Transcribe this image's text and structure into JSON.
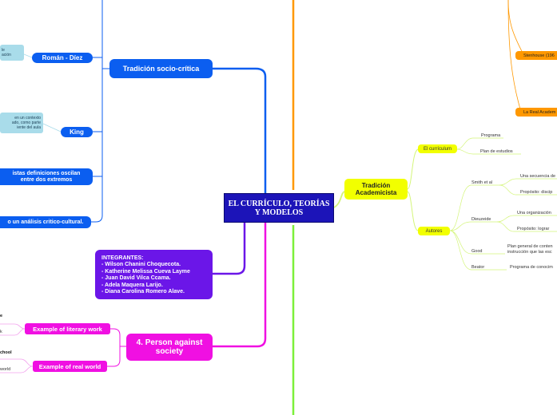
{
  "central": {
    "title": "EL CURRÍCULO, TEORÍAS Y MODELOS"
  },
  "socio_critica": {
    "title": "Tradición socio-crítica",
    "roman_diez": "Román - Díez",
    "roman_diez_note_1": "le",
    "roman_diez_note_2": "ación",
    "king": "King",
    "king_note_1": "en un contexto",
    "king_note_2": "ado, como parte",
    "king_note_3": "iente del aula",
    "definiciones_1": "istas definiciones oscilan",
    "definiciones_2": "entre dos extremos",
    "analisis": "o un análisis critico-cultural."
  },
  "integrantes": {
    "heading": "INTEGRANTES:",
    "members": [
      "- Wilson Chanini Choquecota.",
      "- Katherine Melissa Cueva Layme",
      "- Juan David Vilca Ccama.",
      "- Adela Maquera Larijo.",
      "- Diana Carolina Romero Alave."
    ]
  },
  "person_society": {
    "title": "4. Person against society",
    "literary_work": "Example of literary work",
    "real_world": "Example of real world",
    "leaf_1": "e",
    "leaf_2": "k",
    "leaf_3": "chool",
    "leaf_4": "world"
  },
  "academicista": {
    "title": "Tradición Academicista",
    "curriculum": "El currículum",
    "programa": "Programa",
    "plan_estudios": "Plan de estudios",
    "autores": "Autores",
    "smith": "Smith et al",
    "smith_1": "Una secuencia de",
    "smith_2": "Propósito: discip",
    "dieuzeide": "Dieuzeide",
    "dieuzeide_1": "Una organización",
    "dieuzeide_2": "Propósito: lograr",
    "good": "Good",
    "good_1": "Plan general de conten",
    "good_2": "instrucción que las esc",
    "beator": "Beator",
    "beator_1": "Programa de conocim"
  },
  "orange_branch": {
    "stenhouse": "Stenhouse (196",
    "la_real": "La Real Academ"
  },
  "colors": {
    "blue": "#0b5ef0",
    "central": "#1c14b8",
    "purple": "#6b16e8",
    "magenta": "#f010e2",
    "yellow": "#f2ff00",
    "orange": "#ff9800",
    "green": "#7cf03a",
    "lightblue": "#a9dcea"
  }
}
